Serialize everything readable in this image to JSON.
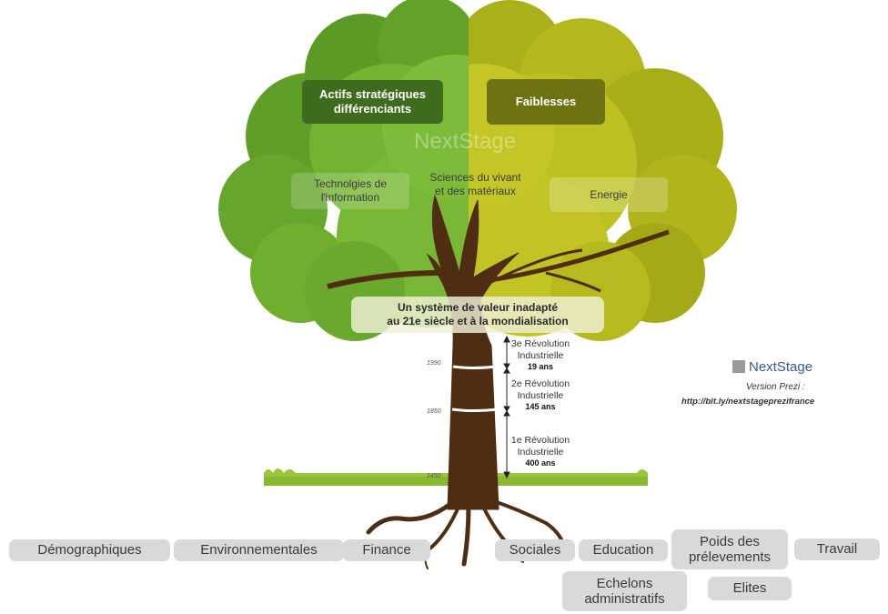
{
  "canopy": {
    "strengths_title": "Actifs stratégiques\ndifférenciants",
    "weaknesses_title": "Faiblesses",
    "watermark": "NextStage",
    "item_left": "Technolgies de\nl'information",
    "item_center": "Sciences du vivant\net des matériaux",
    "item_right": "Energie"
  },
  "banner": {
    "line1": "Un système de valeur inadapté",
    "line2": "au 21e siècle et à la mondialisation"
  },
  "trunk": {
    "years": [
      "1990",
      "1850",
      "1450"
    ],
    "eras": [
      {
        "label": "3e Révolution\nIndustrielle",
        "duration": "19 ans"
      },
      {
        "label": "2e Révolution\nIndustrielle",
        "duration": "145 ans"
      },
      {
        "label": "1e Révolution\nIndustrielle",
        "duration": "400 ans"
      }
    ]
  },
  "branding": {
    "logo_text": "NextStage",
    "version_label": "Version Prezi :",
    "url": "http://bit.ly/nextstageprezifrance"
  },
  "roots": [
    "Démographiques",
    "Environnementales",
    "Finance",
    "Sociales",
    "Education",
    "Poids des\nprélevements",
    "Travail",
    "Echelons\nadministratifs",
    "Elites"
  ],
  "colors": {
    "canopy_left": "#6fae2e",
    "canopy_right": "#b7bc1c",
    "trunk": "#4e2d12",
    "grass": "#9bc53d",
    "strength_box": "#3f6b1f",
    "weakness_box": "#6e7212"
  }
}
